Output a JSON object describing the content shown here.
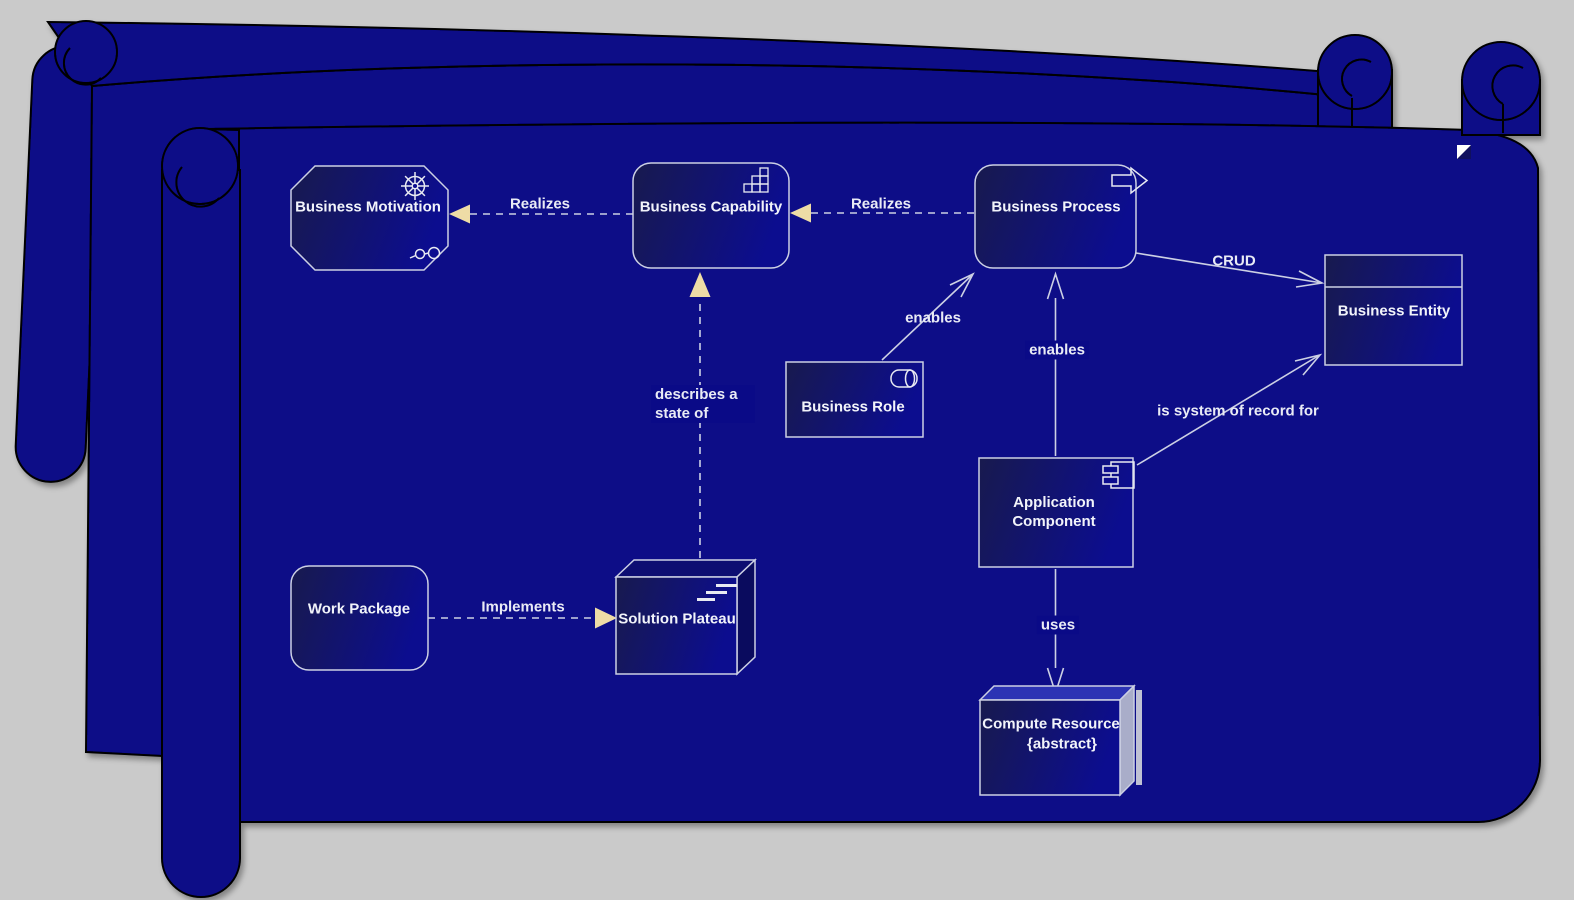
{
  "diagram": {
    "type": "archimate-view",
    "colors": {
      "canvas_gray": "#cacaca",
      "scroll_navy": "#0a0a87",
      "node_gradient_dark": "#181a4e",
      "node_gradient_light": "#0c0d8f",
      "line_lavender": "#ccd0e4",
      "realization_arrow_tan": "#eedca6",
      "compute_top_blue": "#2c33b4",
      "compute_side_gray": "#a9adc9",
      "text_white": "#f2f4fa"
    },
    "markers": {
      "corner_fold": "note-fold-marker"
    },
    "nodes": {
      "business_motivation": {
        "label": "Business Motivation",
        "shape": "octagon",
        "icons": [
          "driver-wheel-icon",
          "links-icon"
        ]
      },
      "business_capability": {
        "label": "Business Capability",
        "shape": "rounded-rect",
        "icons": [
          "capability-stairs-icon"
        ]
      },
      "business_process": {
        "label": "Business Process",
        "shape": "rounded-rect",
        "icons": [
          "process-arrow-icon"
        ]
      },
      "business_entity": {
        "label": "Business Entity",
        "shape": "uml-class"
      },
      "business_role": {
        "label": "Business Role",
        "shape": "rect",
        "icons": [
          "role-cylinder-icon"
        ]
      },
      "application_component": {
        "label": "Application Component",
        "shape": "rect",
        "icons": [
          "component-icon"
        ]
      },
      "work_package": {
        "label": "Work Package",
        "shape": "rounded-rect"
      },
      "solution_plateau": {
        "label": "Solution Plateau",
        "shape": "cube-3d",
        "icons": [
          "plateau-steps-icon"
        ]
      },
      "compute_resource": {
        "label": "Compute Resource",
        "stereotype": "{abstract}",
        "shape": "cube-3d"
      }
    },
    "edges": {
      "realizes_1": {
        "label": "Realizes",
        "from": "Business Capability",
        "to": "Business Motivation",
        "style": "dashed",
        "arrow": "filled-triangle"
      },
      "realizes_2": {
        "label": "Realizes",
        "from": "Business Process",
        "to": "Business Capability",
        "style": "dashed",
        "arrow": "filled-triangle"
      },
      "crud": {
        "label": "CRUD",
        "from": "Business Process",
        "to": "Business Entity",
        "style": "solid",
        "arrow": "open"
      },
      "enables_role": {
        "label": "enables",
        "from": "Business Role",
        "to": "Business Process",
        "style": "solid",
        "arrow": "open"
      },
      "enables_component": {
        "label": "enables",
        "from": "Application Component",
        "to": "Business Process",
        "style": "solid",
        "arrow": "open"
      },
      "is_system_of_record_for": {
        "label": "is system of record for",
        "from": "Application Component",
        "to": "Business Entity",
        "style": "solid",
        "arrow": "open"
      },
      "uses": {
        "label": "uses",
        "from": "Application Component",
        "to": "Compute Resource",
        "style": "solid",
        "arrow": "open"
      },
      "implements": {
        "label": "Implements",
        "from": "Work Package",
        "to": "Solution Plateau",
        "style": "dashed",
        "arrow": "filled-triangle"
      },
      "describes_a_state_of": {
        "label": "describes a state of",
        "from": "Solution Plateau",
        "to": "Business Capability",
        "style": "dashed",
        "arrow": "filled-triangle"
      }
    }
  }
}
